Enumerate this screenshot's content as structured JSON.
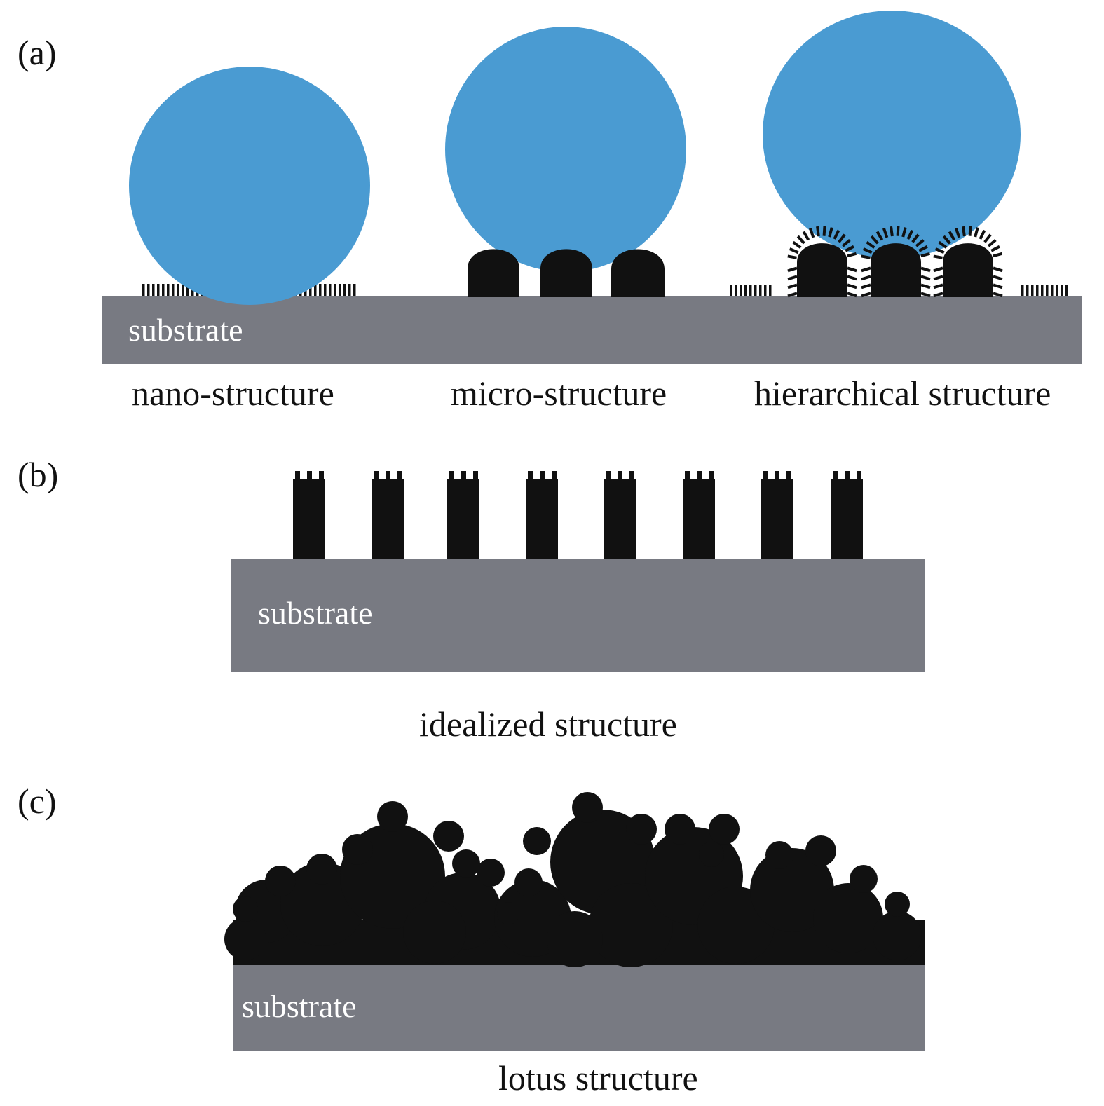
{
  "colors": {
    "droplet": "#4a9bd2",
    "structure": "#111111",
    "substrate": "#787a82",
    "substrate_text": "#ffffff",
    "text": "#111111"
  },
  "panels": {
    "a": {
      "label": "(a)",
      "substrate_label": "substrate",
      "captions": [
        "nano-structure",
        "micro-structure",
        "hierarchical structure"
      ]
    },
    "b": {
      "label": "(b)",
      "substrate_label": "substrate",
      "caption": "idealized structure"
    },
    "c": {
      "label": "(c)",
      "substrate_label": "substrate",
      "caption": "lotus structure"
    }
  }
}
